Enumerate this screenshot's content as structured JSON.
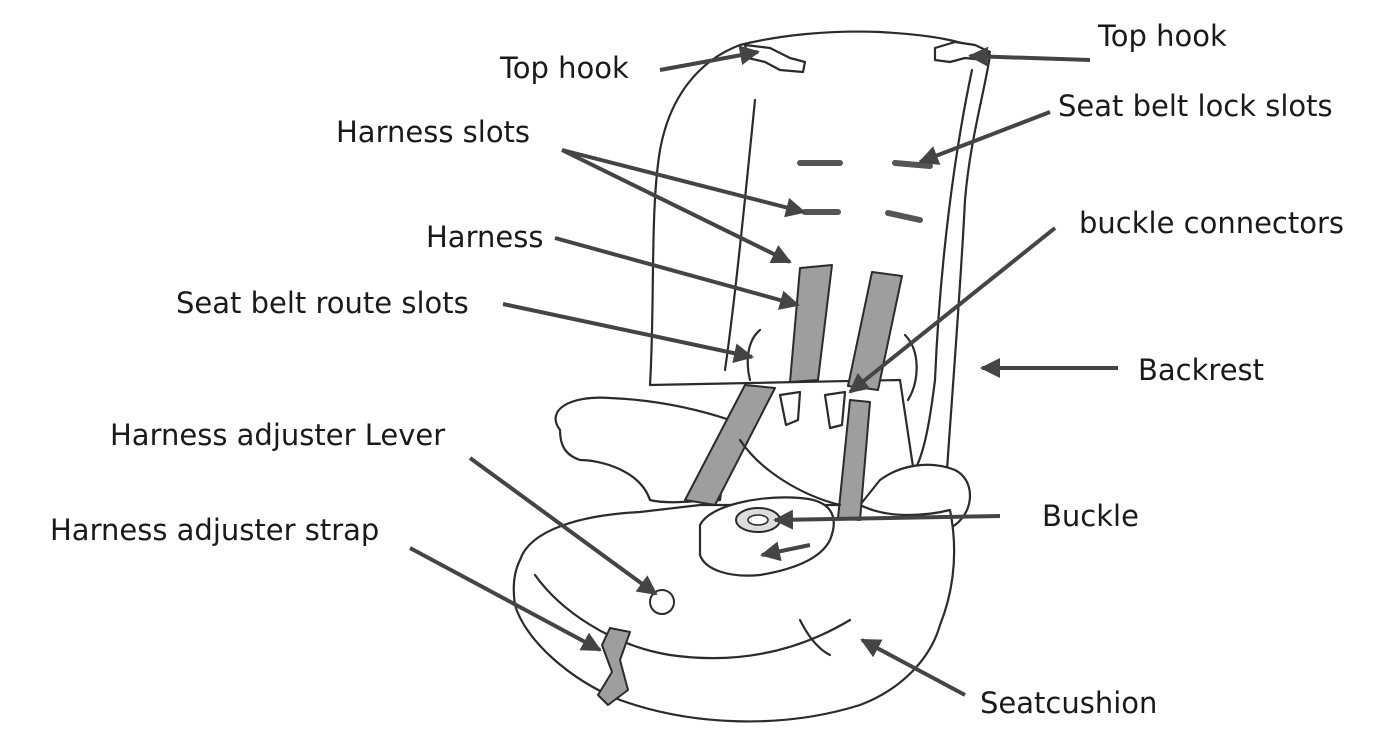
{
  "labels": {
    "top_hook_left": "Top hook",
    "top_hook_right": "Top hook",
    "seat_belt_lock_slots": "Seat belt lock slots",
    "harness_slots": "Harness slots",
    "buckle_connectors": "buckle connectors",
    "harness": "Harness",
    "seat_belt_route_slots": "Seat belt route slots",
    "backrest": "Backrest",
    "harness_adjuster_lever": "Harness adjuster Lever",
    "buckle": "Buckle",
    "harness_adjuster_strap": "Harness adjuster strap",
    "seatcushion": "Seatcushion"
  },
  "colors": {
    "strap_fill": "#9e9e9e",
    "outline": "#2b2b2b",
    "arrow": "#444444",
    "text": "#1a1a1a"
  }
}
